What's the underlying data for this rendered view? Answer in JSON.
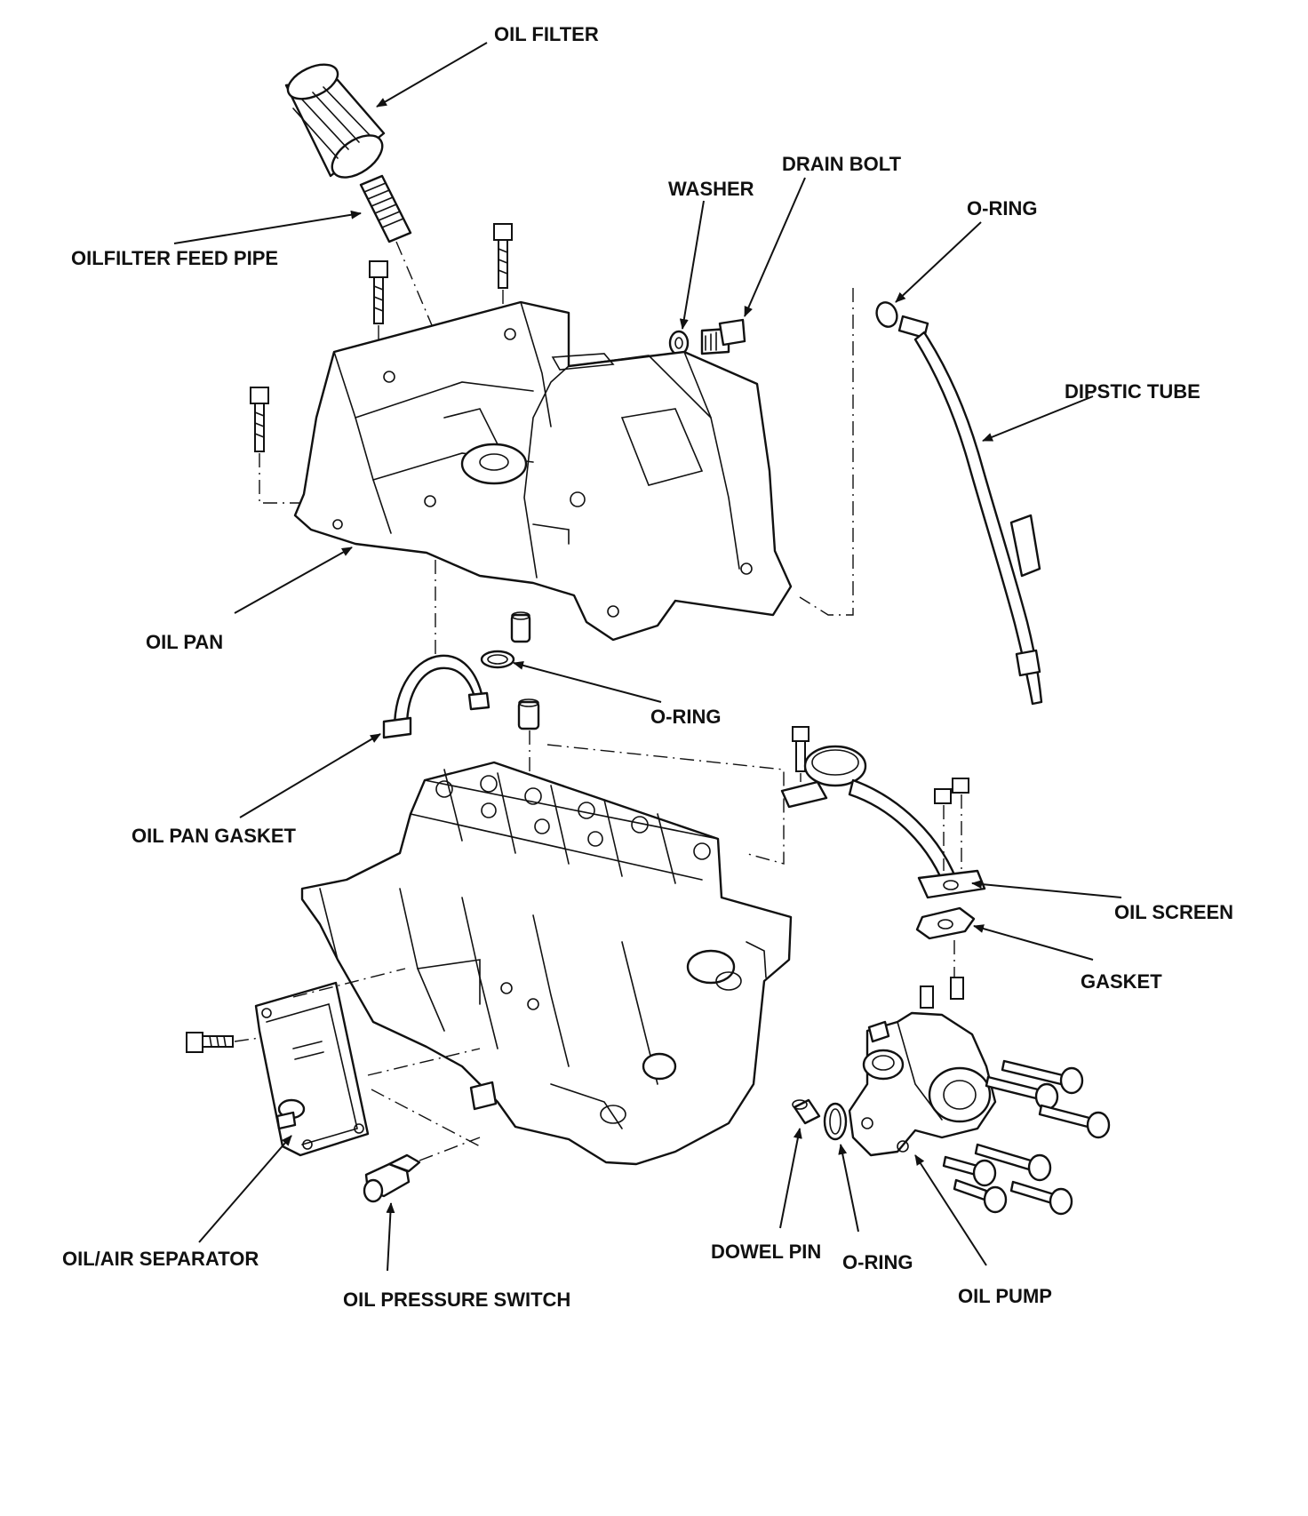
{
  "labels": {
    "oil_filter": "OIL FILTER",
    "drain_bolt": "DRAIN BOLT",
    "washer": "WASHER",
    "o_ring_dipstick": "O-RING",
    "oilfilter_feed_pipe": "OILFILTER FEED PIPE",
    "dipstic_tube": "DIPSTIC TUBE",
    "oil_pan": "OIL PAN",
    "o_ring_pan": "O-RING",
    "oil_pan_gasket": "OIL PAN GASKET",
    "oil_screen": "OIL SCREEN",
    "gasket": "GASKET",
    "oil_air_separator": "OIL/AIR SEPARATOR",
    "oil_pressure_switch": "OIL PRESSURE SWITCH",
    "dowel_pin": "DOWEL PIN",
    "o_ring_pump": "O-RING",
    "oil_pump": "OIL PUMP"
  },
  "colors": {
    "ink": "#111111",
    "background": "#ffffff"
  }
}
